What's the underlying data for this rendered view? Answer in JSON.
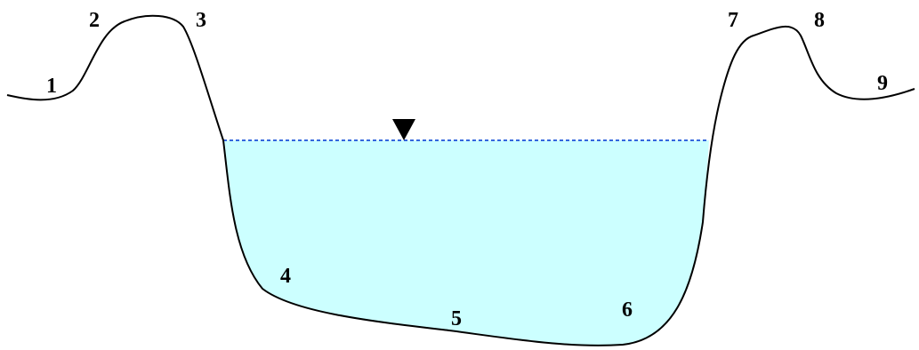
{
  "diagram": {
    "labels": [
      "1",
      "2",
      "3",
      "4",
      "5",
      "6",
      "7",
      "8",
      "9"
    ],
    "water_surface_symbol": "inverted-triangle",
    "colors": {
      "water_fill": "#ccffff",
      "water_line": "#3366dd",
      "ground_line": "#000000",
      "marker": "#000000",
      "label": "#000000"
    }
  }
}
